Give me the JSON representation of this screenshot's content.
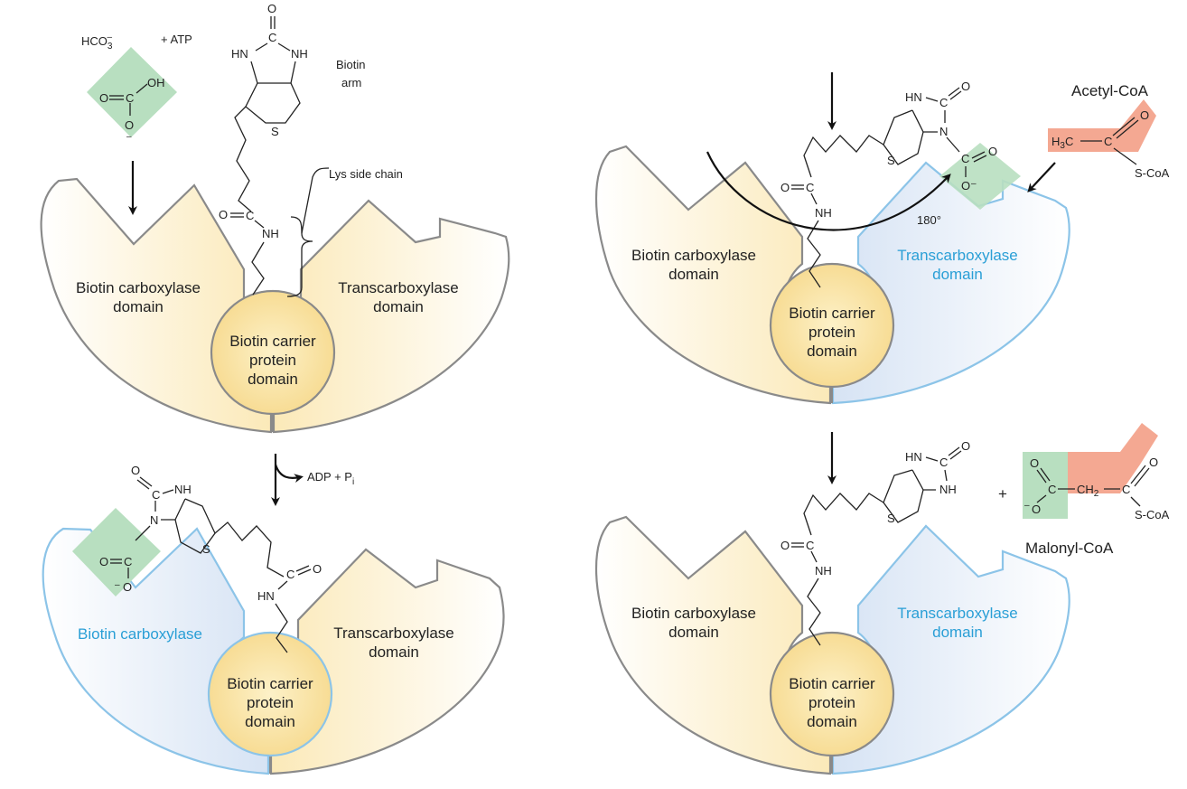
{
  "colors": {
    "yellow": "#fbedc2",
    "blue": "#dde8f5",
    "green": "#b8dfc0",
    "salmon": "#f4a892",
    "gray_outline": "#8a8a8a",
    "blue_outline": "#8cc4e8",
    "blue_text": "#2a9fd6"
  },
  "panel1": {
    "reactant_hco3": "HCO",
    "hco3_sub": "3",
    "hco3_sup": "–",
    "reactant_plus_atp": "+ ATP",
    "biotin_arm": [
      "Biotin",
      "arm"
    ],
    "lys_side_chain": "Lys side chain",
    "left_domain": [
      "Biotin carboxylase",
      "domain"
    ],
    "right_domain": [
      "Transcarboxylase",
      "domain"
    ],
    "carrier": [
      "Biotin carrier",
      "protein",
      "domain"
    ]
  },
  "panel2": {
    "products": "ADP + P",
    "products_sub": "i",
    "left_domain": [
      "Biotin carboxylase"
    ],
    "right_domain": [
      "Transcarboxylase",
      "domain"
    ],
    "carrier": [
      "Biotin carrier",
      "protein",
      "domain"
    ]
  },
  "panel3": {
    "acetyl_coa": "Acetyl-CoA",
    "rotation": "180°",
    "left_domain": [
      "Biotin carboxylase",
      "domain"
    ],
    "right_domain": [
      "Transcarboxylase",
      "domain"
    ],
    "carrier": [
      "Biotin carrier",
      "protein",
      "domain"
    ]
  },
  "panel4": {
    "plus": "+",
    "malonyl_coa": "Malonyl-CoA",
    "left_domain": [
      "Biotin carboxylase",
      "domain"
    ],
    "right_domain": [
      "Transcarboxylase",
      "domain"
    ],
    "carrier": [
      "Biotin carrier",
      "protein",
      "domain"
    ]
  },
  "chem": {
    "o": "O",
    "c": "C",
    "oh": "OH",
    "o_minus": "O",
    "minus": "–",
    "hn": "HN",
    "nh": "NH",
    "n": "N",
    "s": "S",
    "h3c": "H",
    "ch2": "CH",
    "scoa": "S-CoA"
  }
}
